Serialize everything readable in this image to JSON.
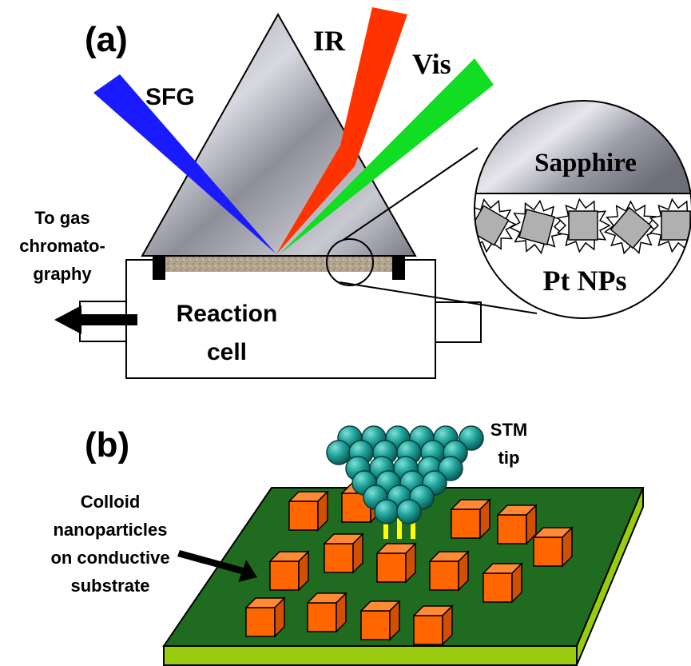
{
  "panel_a": {
    "label": "(a)",
    "beams": {
      "sfg": "SFG",
      "ir": "IR",
      "vis": "Vis"
    },
    "gas_outlet": {
      "line1": "To gas",
      "line2": "chromato-",
      "line3": "graphy"
    },
    "reaction_cell": {
      "line1": "Reaction",
      "line2": "cell"
    },
    "zoom": {
      "top_material": "Sapphire",
      "bottom_material": "Pt NPs"
    },
    "colors": {
      "sfg": "#1a1aff",
      "ir": "#ff3300",
      "vis": "#11dd22",
      "cell": "#ffffff"
    }
  },
  "panel_b": {
    "label": "(b)",
    "stm": {
      "line1": "STM",
      "line2": "tip"
    },
    "substrate_caption": {
      "line1": "Colloid",
      "line2": "nanoparticles",
      "line3": "on conductive",
      "line4": "substrate"
    },
    "colors": {
      "substrate_top": "#1f6b1f",
      "substrate_edge": "#99cc11",
      "particle": "#ff6600",
      "tip_atom": "#1fa39b",
      "tunneling": "#ffff00"
    }
  }
}
